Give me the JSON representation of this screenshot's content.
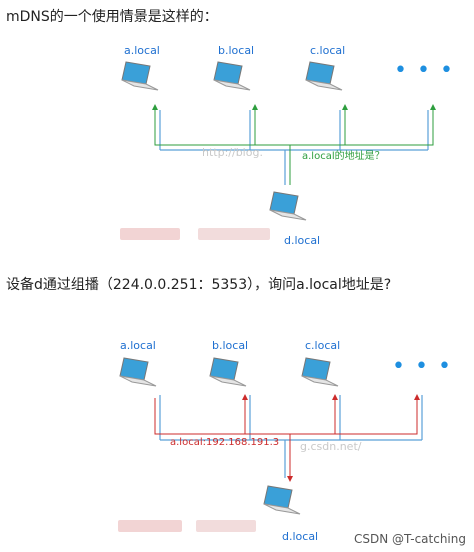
{
  "section1": {
    "heading": "mDNS的一个使用情景是这样的：",
    "hosts": [
      "a.local",
      "b.local",
      "c.local"
    ],
    "query_host": "d.local",
    "annotation": "a.local的地址是？",
    "watermark": "http://blog."
  },
  "section2": {
    "heading": "设备d通过组播（224.0.0.251：5353），询问a.local地址是?",
    "hosts": [
      "a.local",
      "b.local",
      "c.local"
    ],
    "query_host": "d.local",
    "annotation": "a.local:192.168.191.3",
    "watermark": "g.csdn.net/"
  },
  "footer": "CSDN @T-catching",
  "colors": {
    "request": "#2e9e3e",
    "response": "#cc2b2b",
    "bus": "#5aa0d8",
    "label": "#1e6fd0"
  }
}
